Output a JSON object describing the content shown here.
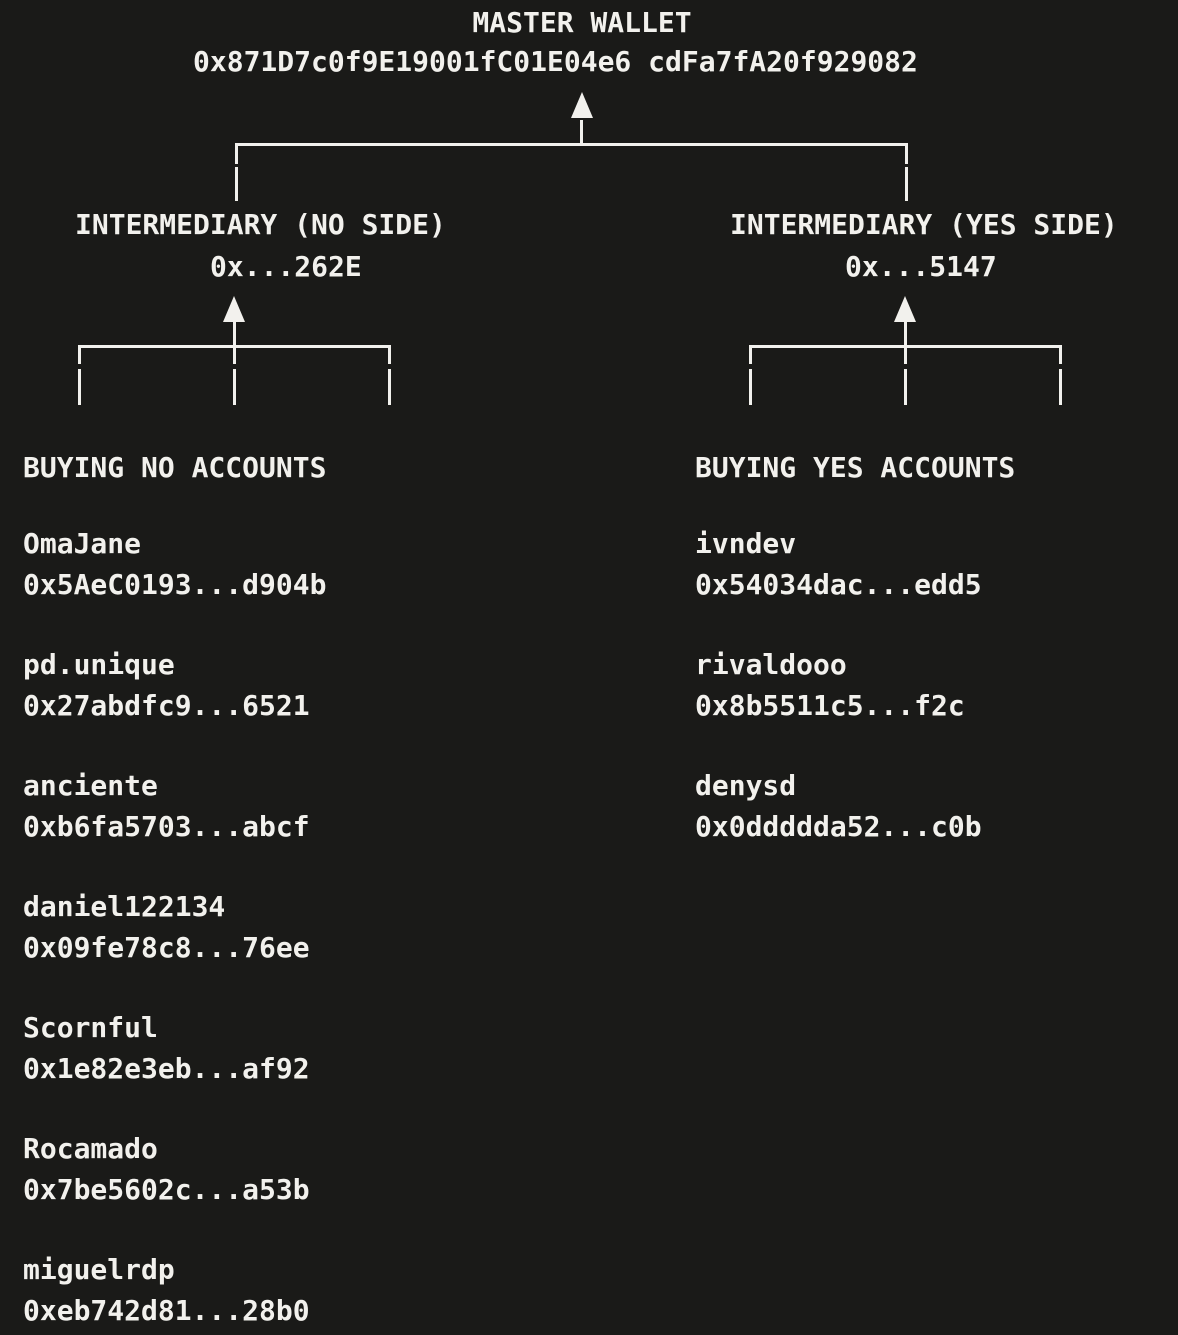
{
  "theme": {
    "background": "#1a1a18",
    "text_color": "#f2f1ed",
    "line_color": "#f2f1ed"
  },
  "icons": {
    "up_arrow": "triangle-up"
  },
  "master": {
    "title": "MASTER WALLET",
    "address": "0x871D7c0f9E19001fC01E04e6 cdFa7fA20f929082"
  },
  "intermediaries": {
    "no": {
      "label": "INTERMEDIARY (NO SIDE)",
      "address": "0x...262E"
    },
    "yes": {
      "label": "INTERMEDIARY (YES SIDE)",
      "address": "0x...5147"
    }
  },
  "no_accounts": {
    "heading": "BUYING NO ACCOUNTS",
    "items": [
      {
        "name": "OmaJane",
        "address": "0x5AeC0193...d904b"
      },
      {
        "name": "pd.unique",
        "address": "0x27abdfc9...6521"
      },
      {
        "name": "anciente",
        "address": "0xb6fa5703...abcf"
      },
      {
        "name": "daniel122134",
        "address": "0x09fe78c8...76ee"
      },
      {
        "name": "Scornful",
        "address": "0x1e82e3eb...af92"
      },
      {
        "name": "Rocamado",
        "address": "0x7be5602c...a53b"
      },
      {
        "name": "miguelrdp",
        "address": "0xeb742d81...28b0"
      }
    ]
  },
  "yes_accounts": {
    "heading": "BUYING YES ACCOUNTS",
    "items": [
      {
        "name": "ivndev",
        "address": "0x54034dac...edd5"
      },
      {
        "name": "rivaldooo",
        "address": "0x8b5511c5...f2c"
      },
      {
        "name": "denysd",
        "address": "0x0ddddda52...c0b"
      }
    ]
  }
}
